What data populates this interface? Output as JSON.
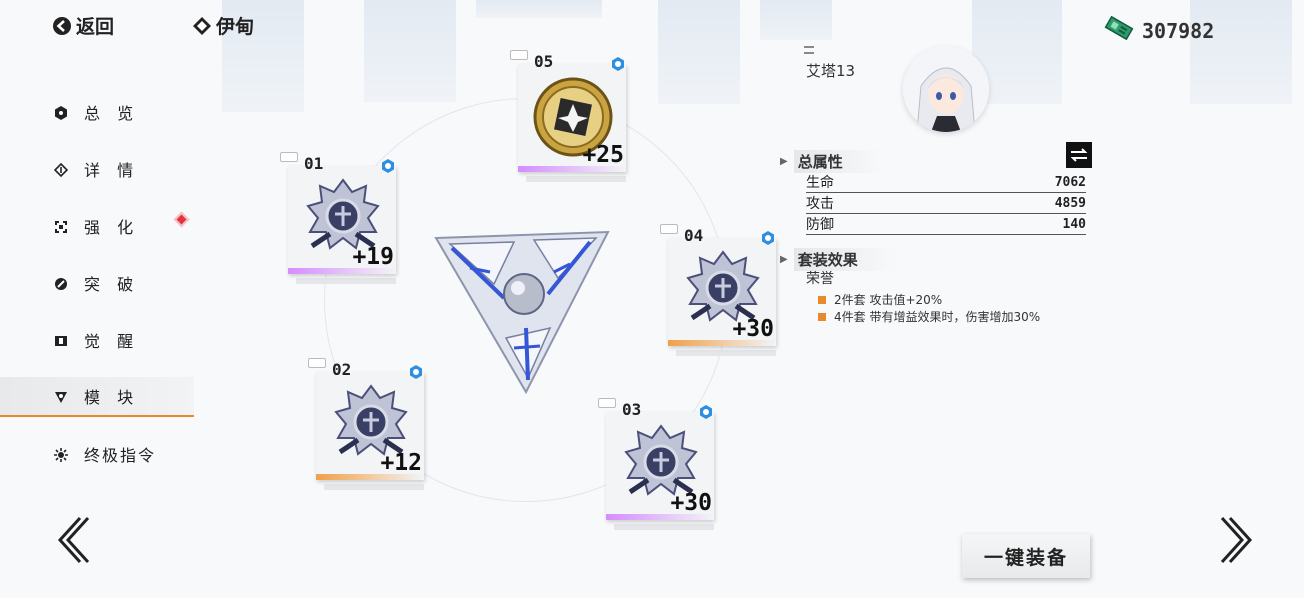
{
  "header": {
    "back_label": "返回",
    "location_label": "伊甸",
    "currency_value": "307982"
  },
  "menu": {
    "items": [
      {
        "label": "总 览"
      },
      {
        "label": "详 情"
      },
      {
        "label": "强 化"
      },
      {
        "label": "突 破"
      },
      {
        "label": "觉 醒"
      },
      {
        "label": "模 块"
      },
      {
        "label": "终极指令"
      }
    ],
    "active": "模 块"
  },
  "modules": [
    {
      "slot": "05",
      "level": "+25",
      "bar_color": "#d58cff"
    },
    {
      "slot": "01",
      "level": "+19",
      "bar_color": "#d58cff"
    },
    {
      "slot": "04",
      "level": "+30",
      "bar_color": "#f0a04a"
    },
    {
      "slot": "02",
      "level": "+12",
      "bar_color": "#f0a04a"
    },
    {
      "slot": "03",
      "level": "+30",
      "bar_color": "#d58cff"
    }
  ],
  "character": {
    "name": "艾塔13"
  },
  "attributes": {
    "title": "总属性",
    "rows": [
      {
        "label": "生命",
        "value": "7062"
      },
      {
        "label": "攻击",
        "value": "4859"
      },
      {
        "label": "防御",
        "value": "140"
      }
    ]
  },
  "set_effect": {
    "title": "套装效果",
    "name": "荣誉",
    "effects": [
      "2件套 攻击值+20%",
      "4件套 带有增益效果时，伤害增加30%"
    ]
  },
  "actions": {
    "equip_all_label": "一键装备"
  },
  "colors": {
    "accent": "#e8892c",
    "badge_blue": "#2f8ee0",
    "alert_red": "#e3333f"
  }
}
